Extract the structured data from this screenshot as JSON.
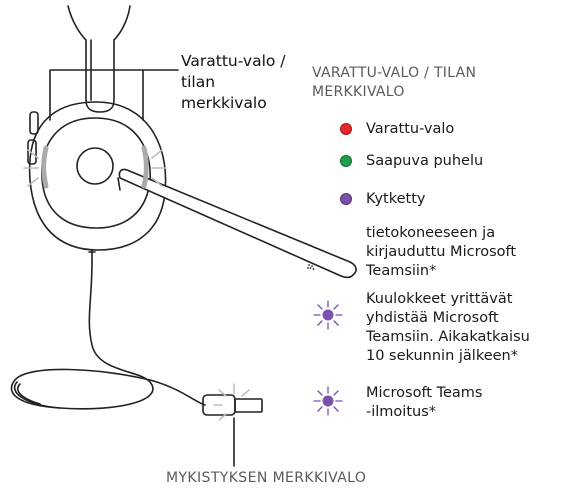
{
  "callout_label": "Varattu-valo /\ntilan\nmerkkivalo",
  "legend": {
    "heading": "VARATTU-VALO / TILAN\nMERKKIVALO",
    "items": [
      {
        "icon": "red-dot",
        "color": "#e8262d",
        "label": "Varattu-valo"
      },
      {
        "icon": "green-dot",
        "color": "#1ca04a",
        "label": "Saapuva puhelu"
      },
      {
        "icon": "purple-dot",
        "color": "#7b52ab",
        "label": "Kytketty"
      },
      {
        "icon": "none",
        "label": "tietokoneeseen ja\nkirjauduttu Microsoft\nTeamsiin*"
      },
      {
        "icon": "purple-flash-icon",
        "color": "#7b52ab",
        "label": "Kuulokkeet yrittävät\nyhdistää Microsoft\nTeamsiin. Aikakatkaisu\n10 sekunnin jälkeen*"
      },
      {
        "icon": "purple-flash-icon",
        "color": "#7b52ab",
        "label": "Microsoft Teams\n-ilmoitus*"
      }
    ]
  },
  "mute_indicator_label": "MYKISTYKSEN MERKKIVALO"
}
